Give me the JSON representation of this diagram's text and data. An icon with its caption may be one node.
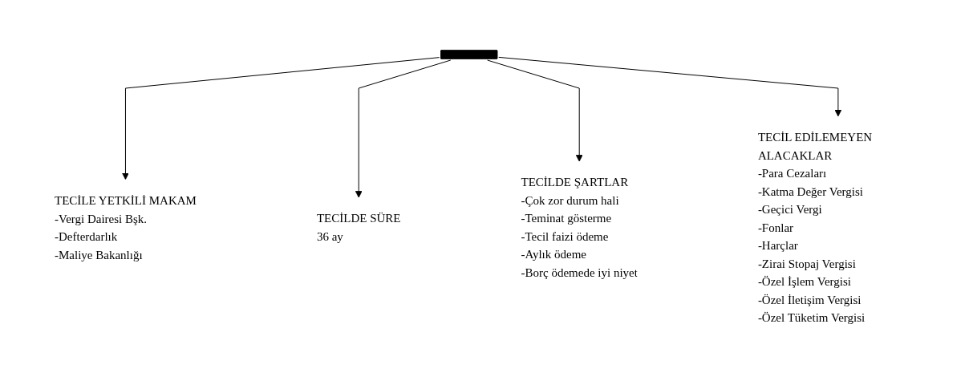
{
  "diagram": {
    "nodes": [
      {
        "text": [],
        "shape": "bar"
      },
      {
        "text": [
          "TECİLE YETKİLİ MAKAM",
          "-Vergi Dairesi Bşk.",
          "-Defterdarlık",
          "-Maliye Bakanlığı"
        ]
      },
      {
        "text": [
          "TECİLDE SÜRE",
          "36 ay"
        ]
      },
      {
        "text": [
          "TECİLDE ŞARTLAR",
          "-Çok zor durum hali",
          "-Teminat gösterme",
          "-Tecil faizi ödeme",
          "-Aylık ödeme",
          "-Borç ödemede iyi niyet"
        ]
      },
      {
        "text": [
          "TECİL EDİLEMEYEN ALACAKLAR",
          "-Para Cezaları",
          "-Katma Değer Vergisi",
          "-Geçici Vergi",
          "-Fonlar",
          "-Harçlar",
          "-Zirai Stopaj Vergisi",
          "-Özel İşlem Vergisi",
          "-Özel İletişim Vergisi",
          "-Özel Tüketim Vergisi"
        ]
      }
    ],
    "edges": [
      {
        "from": 0,
        "to": 1,
        "arrow": "to"
      },
      {
        "from": 0,
        "to": 2,
        "arrow": "to"
      },
      {
        "from": 0,
        "to": 3,
        "arrow": "to"
      },
      {
        "from": 0,
        "to": 4,
        "arrow": "to"
      }
    ]
  }
}
